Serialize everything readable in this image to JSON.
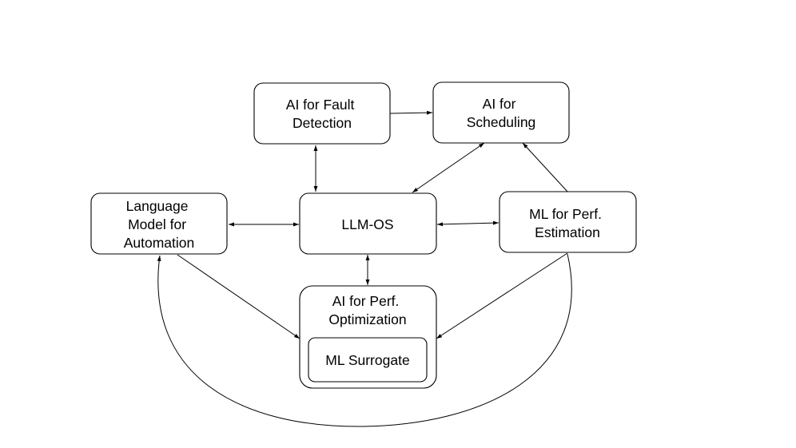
{
  "nodes": {
    "fault_detection": {
      "lines": [
        "AI for Fault",
        "Detection"
      ]
    },
    "scheduling": {
      "lines": [
        "AI for",
        "Scheduling"
      ]
    },
    "language_model": {
      "lines": [
        "Language",
        "Model for",
        "Automation"
      ]
    },
    "llm_os": {
      "lines": [
        "LLM-OS"
      ]
    },
    "perf_estimation": {
      "lines": [
        "ML for Perf.",
        "Estimation"
      ]
    },
    "perf_optimization": {
      "lines": [
        "AI for Perf.",
        "Optimization"
      ]
    },
    "ml_surrogate": {
      "lines": [
        "ML Surrogate"
      ]
    }
  },
  "edges": [
    {
      "from": "fault_detection",
      "to": "scheduling",
      "direction": "forward"
    },
    {
      "from": "fault_detection",
      "to": "llm_os",
      "direction": "both"
    },
    {
      "from": "llm_os",
      "to": "scheduling",
      "direction": "both"
    },
    {
      "from": "perf_estimation",
      "to": "scheduling",
      "direction": "forward"
    },
    {
      "from": "language_model",
      "to": "llm_os",
      "direction": "both"
    },
    {
      "from": "llm_os",
      "to": "perf_estimation",
      "direction": "both"
    },
    {
      "from": "llm_os",
      "to": "perf_optimization",
      "direction": "both"
    },
    {
      "from": "language_model",
      "to": "perf_optimization",
      "direction": "forward"
    },
    {
      "from": "perf_estimation",
      "to": "perf_optimization",
      "direction": "forward"
    },
    {
      "from": "perf_estimation",
      "to": "language_model",
      "direction": "forward"
    }
  ],
  "colors": {
    "stroke": "#000000",
    "fill": "#ffffff",
    "text": "#000000"
  }
}
